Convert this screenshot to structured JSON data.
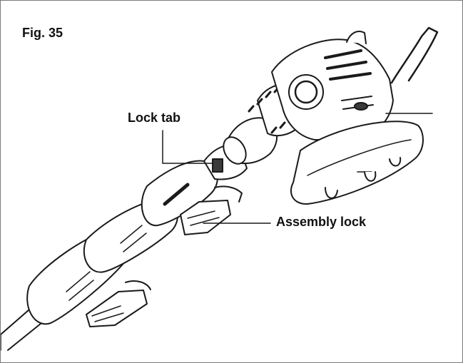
{
  "figure": {
    "label": "Fig. 35",
    "callouts": {
      "lock_tab": "Lock tab",
      "assembly_lock": "Assembly lock"
    }
  },
  "colors": {
    "line": "#1a1a1a",
    "shade": "#4a4a4a",
    "border": "#7a7a7a"
  },
  "icons": [
    "string-trimmer-illustration"
  ]
}
